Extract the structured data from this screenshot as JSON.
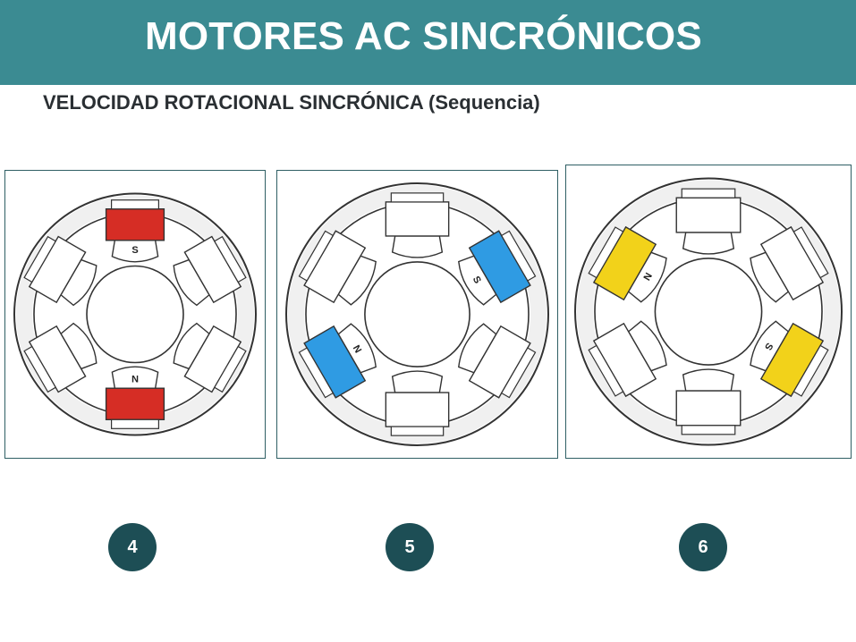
{
  "header": {
    "title": "MOTORES AC SINCRÓNICOS",
    "subtitle": "VELOCIDAD ROTACIONAL SINCRÓNICA  (Sequencia)"
  },
  "colors": {
    "header_bg": "#3b8b92",
    "badge_bg": "#1d4e55",
    "red_pole": "#d62d25",
    "blue_pole": "#2f9be3",
    "yellow_pole": "#f2d21a"
  },
  "panels": [
    {
      "step": "4",
      "energized_color": "#d62d25",
      "energized_slots": [
        0,
        3
      ],
      "labels": [
        {
          "slot": 0,
          "text": "S"
        },
        {
          "slot": 3,
          "text": "N"
        }
      ]
    },
    {
      "step": "5",
      "energized_color": "#2f9be3",
      "energized_slots": [
        1,
        4
      ],
      "labels": [
        {
          "slot": 1,
          "text": "S"
        },
        {
          "slot": 4,
          "text": "N"
        }
      ]
    },
    {
      "step": "6",
      "energized_color": "#f2d21a",
      "energized_slots": [
        2,
        5
      ],
      "labels": [
        {
          "slot": 2,
          "text": "S"
        },
        {
          "slot": 5,
          "text": "N"
        }
      ]
    }
  ]
}
